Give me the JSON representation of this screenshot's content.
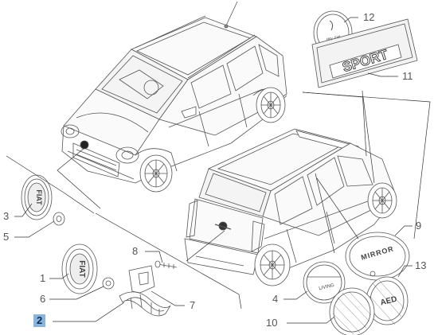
{
  "callouts": {
    "c1": "1",
    "c2": "2",
    "c3": "3",
    "c4": "4",
    "c5": "5",
    "c6": "6",
    "c7": "7",
    "c8": "8",
    "c9": "9",
    "c10": "10",
    "c11": "11",
    "c12": "12",
    "c13": "13"
  },
  "badges": {
    "fiat_front": "FIAT",
    "fiat_rear": "FIAT",
    "sport": "SPORT",
    "mirror": "MIRROR",
    "living": "LIVING",
    "aed": "AED",
    "heyfiat_line1": "Hey",
    "heyfiat_line2": "Fiat"
  },
  "highlight": {
    "callout": "2",
    "color": "#8ab4dc"
  },
  "colors": {
    "line": "#555555",
    "callout_text": "#555555"
  }
}
